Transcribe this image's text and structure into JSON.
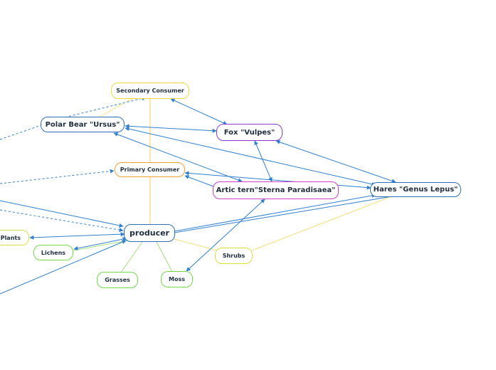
{
  "colors": {
    "edge_blue": "#2f7fd0",
    "edge_yellow": "#f3e07a",
    "edge_green": "#9fe07a",
    "edge_orange": "#ffd37a",
    "border_yellow": "#f2d840",
    "border_orange": "#f0a030",
    "border_blue": "#2e6fb5",
    "border_purple": "#8a3ad0",
    "border_magenta": "#d040c8",
    "border_green": "#74d84a",
    "border_lime": "#d8e040"
  },
  "nodes": {
    "secondary_consumer": "Secondary Consumer",
    "polar_bear": "Polar Bear \"Ursus\"",
    "fox": "Fox \"Vulpes\"",
    "primary_consumer": "Primary Consumer",
    "artic_tern": "Artic tern\"Sterna Paradisaea\"",
    "hares": "Hares \"Genus Lepus\"",
    "producer": "producer",
    "flowering_plants": "t Plants",
    "lichens": "Lichens",
    "shrubs": "Shrubs",
    "grasses": "Grasses",
    "moss": "Moss"
  }
}
